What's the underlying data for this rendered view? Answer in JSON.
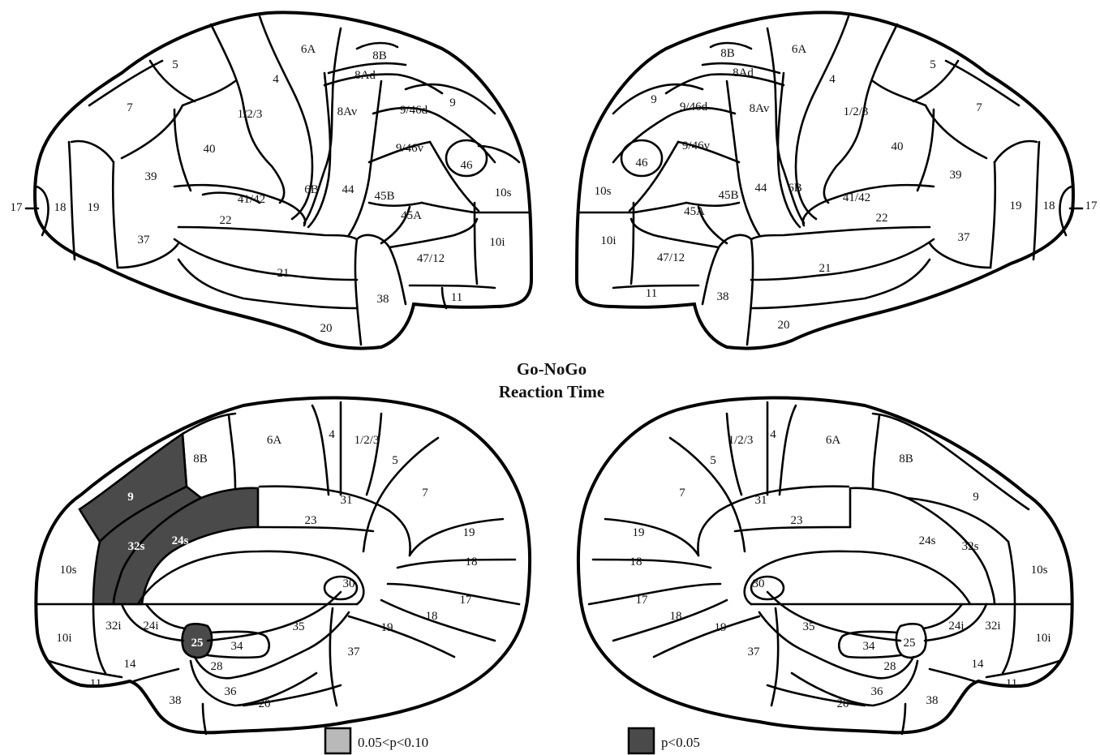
{
  "title": {
    "line1": "Go-NoGo",
    "line2": "Reaction Time"
  },
  "legend": [
    {
      "label": "0.05<p<0.10",
      "color": "#b9b9b9"
    },
    {
      "label": "p<0.05",
      "color": "#4a4a4a"
    }
  ],
  "highlighted_regions": {
    "p_lt_0_05": [
      "9",
      "32s",
      "24s",
      "25"
    ],
    "p_0_05_to_0_10": []
  },
  "panels": {
    "lateral_left": {
      "regions": [
        "6A",
        "8B",
        "8Ad",
        "4",
        "1/2/3",
        "5",
        "7",
        "9",
        "9/46d",
        "8Av",
        "9/46v",
        "46",
        "40",
        "39",
        "6B",
        "44",
        "45B",
        "10s",
        "41/42",
        "17",
        "18",
        "19",
        "22",
        "45A",
        "37",
        "10i",
        "47/12",
        "21",
        "38",
        "11",
        "20"
      ]
    },
    "lateral_right": {
      "regions": [
        "8B",
        "6A",
        "8Ad",
        "5",
        "9",
        "4",
        "9/46d",
        "8Av",
        "1/2/3",
        "7",
        "9/46v",
        "40",
        "46",
        "39",
        "10s",
        "6B",
        "45B",
        "44",
        "41/42",
        "19",
        "18",
        "17",
        "45A",
        "22",
        "37",
        "10i",
        "47/12",
        "21",
        "38",
        "11",
        "20"
      ]
    },
    "medial_left": {
      "regions": [
        "6A",
        "4",
        "1/2/3",
        "8B",
        "5",
        "7",
        "9",
        "31",
        "23",
        "32s",
        "24s",
        "19",
        "10s",
        "18",
        "30",
        "17",
        "32i",
        "24i",
        "35",
        "18",
        "19",
        "10i",
        "25",
        "34",
        "37",
        "14",
        "28",
        "36",
        "11",
        "38",
        "20"
      ]
    },
    "medial_right": {
      "regions": [
        "1/2/3",
        "4",
        "6A",
        "5",
        "8B",
        "7",
        "31",
        "9",
        "23",
        "19",
        "24s",
        "32s",
        "18",
        "10s",
        "30",
        "17",
        "18",
        "19",
        "35",
        "24i",
        "32i",
        "10i",
        "37",
        "34",
        "25",
        "28",
        "14",
        "36",
        "20",
        "38",
        "11"
      ]
    }
  }
}
